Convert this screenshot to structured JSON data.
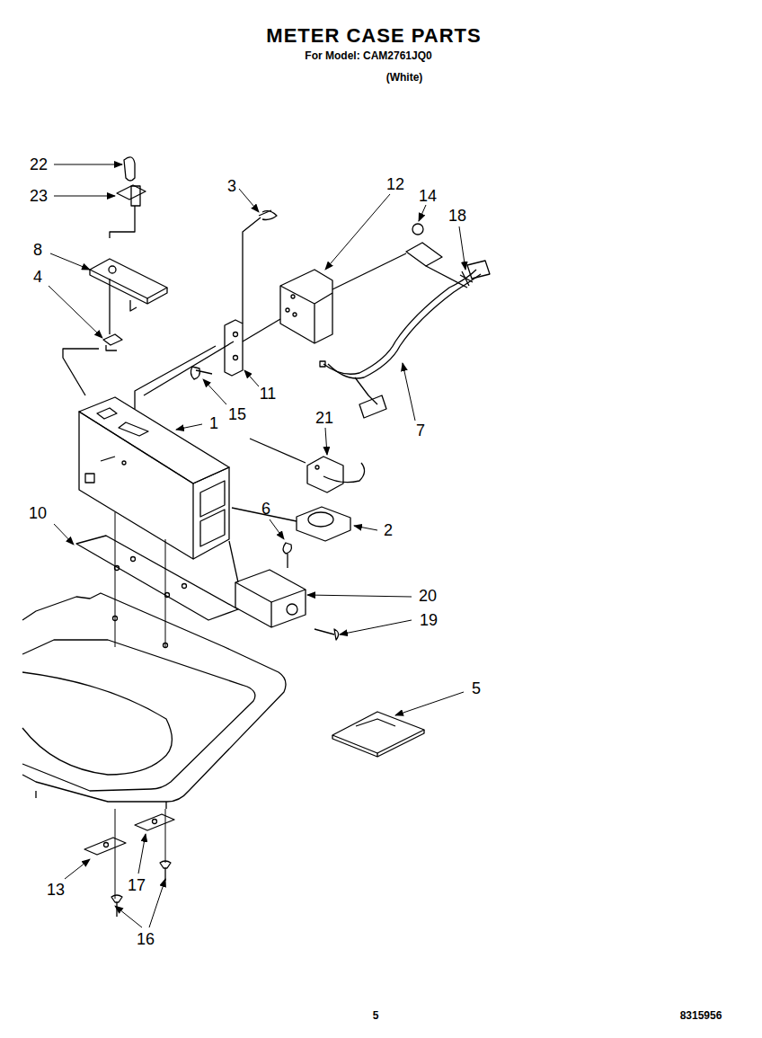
{
  "diagram": {
    "title": "METER CASE PARTS",
    "labels": [
      "For Model: CAM2761JQ0",
      "(White)",
      "22",
      "23",
      "3",
      "12",
      "14",
      "18",
      "8",
      "4",
      "11",
      "15",
      "7",
      "1",
      "21",
      "6",
      "2",
      "10",
      "20",
      "19",
      "5",
      "13",
      "17",
      "16",
      "5",
      "8315956"
    ]
  }
}
